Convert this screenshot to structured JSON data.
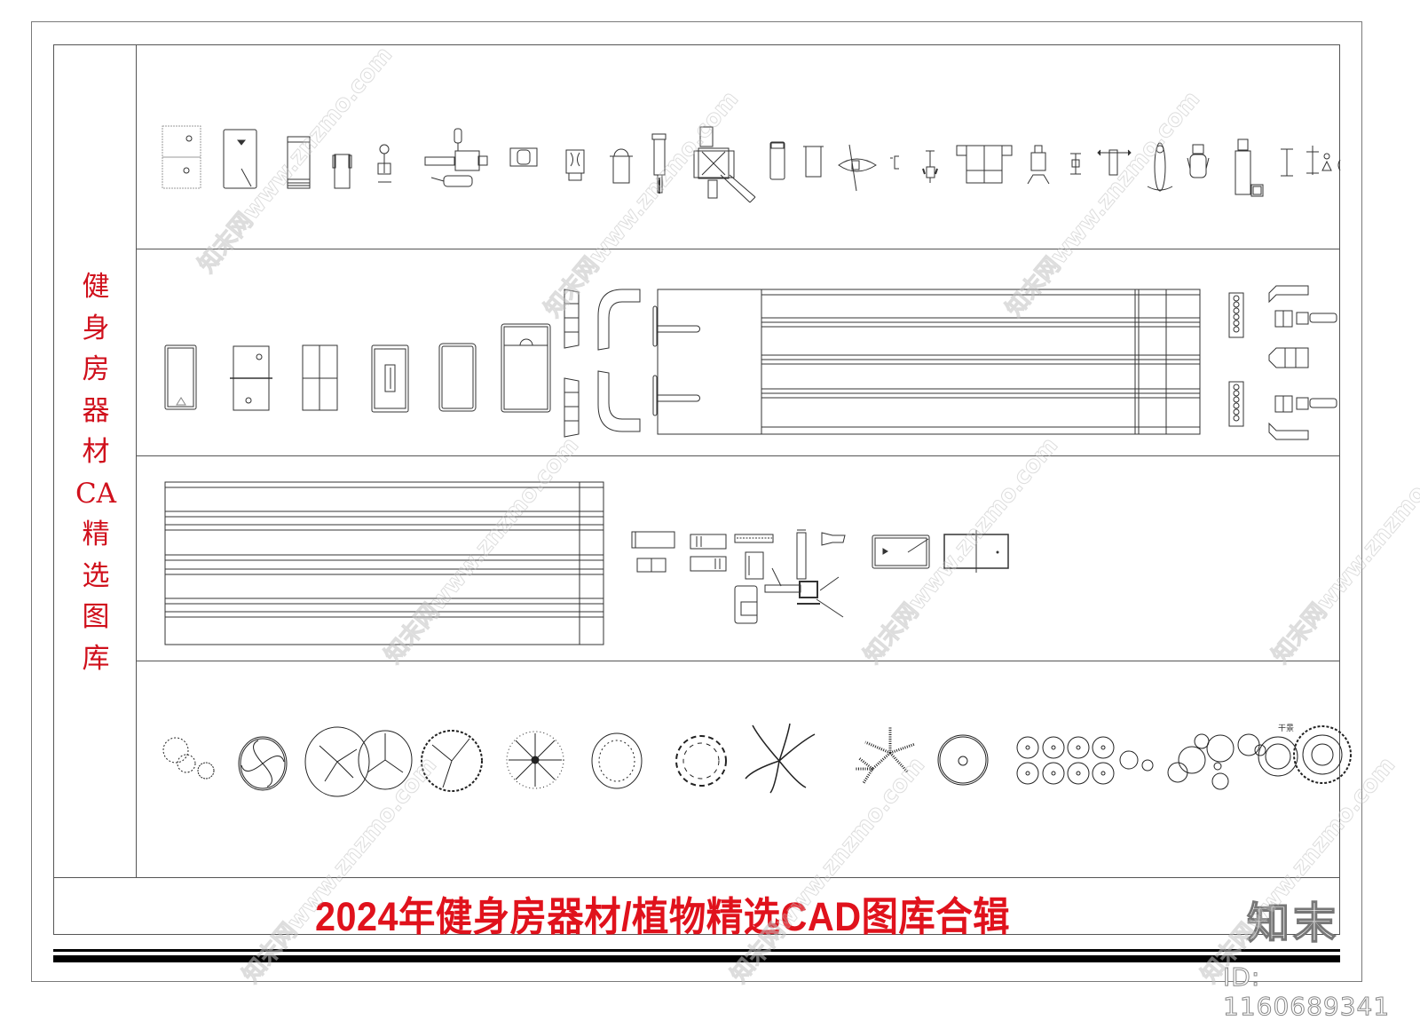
{
  "sheet": {
    "side_title_chars": [
      "健",
      "身",
      "房",
      "器",
      "材",
      "CA",
      "精",
      "选",
      "图",
      "库"
    ],
    "footer_title": "2024年健身房器材/植物精选CAD图库合辑",
    "brand_logo": "知末",
    "id_label": "ID: 1160689341",
    "plant_label": "干景",
    "watermark_text": "知末网www.znzmo.com",
    "colors": {
      "title_red": "#e0121c",
      "side_title_red": "#d0101c",
      "line": "#555555",
      "frame": "#7a7a7a"
    }
  },
  "rows": [
    {
      "name": "gym-equipment-row",
      "items": [
        "treadmill-panel",
        "pool-table",
        "stepper",
        "rowing-unit",
        "exercise-bike",
        "multi-station",
        "chair-press",
        "leg-press",
        "seat-unit",
        "lat-pulldown",
        "cable-cross",
        "bench",
        "tall-bench",
        "kayak",
        "handle",
        "spin-bike",
        "double-station",
        "seated-row",
        "small-press",
        "dumbbell-rack",
        "rowing-machine",
        "elliptical",
        "flat-bench",
        "barbell-stand",
        "weight-tree",
        "curl-machine"
      ]
    },
    {
      "name": "tables-and-lanes-row",
      "items": [
        "pool-table-a",
        "ping-pong-table",
        "card-table",
        "air-hockey",
        "billiard-table",
        "snooker-table",
        "sofa-sections",
        "curved-sofa",
        "bowling-lanes",
        "ball-returns",
        "lounge-seating"
      ]
    },
    {
      "name": "lanes-and-stations-row",
      "items": [
        "bowling-lane-block",
        "bench-pair",
        "press-stations",
        "chain-mat",
        "multi-gym",
        "pool-table-small",
        "ping-pong-table-small"
      ]
    },
    {
      "name": "plants-row",
      "items": [
        "shrub-cluster",
        "palm-circle",
        "tree-pair",
        "dense-tree",
        "burst-tree",
        "dotted-canopy",
        "ring-shrub",
        "fern-spray",
        "star-palm",
        "simple-circle",
        "circle-grid",
        "scattered-circles",
        "dry-landscape"
      ]
    }
  ]
}
